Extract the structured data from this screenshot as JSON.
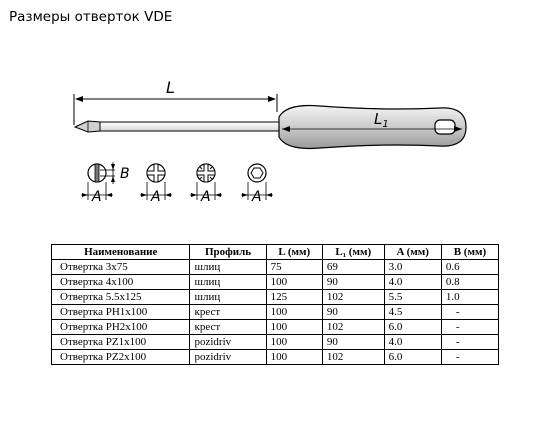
{
  "title": "Размеры отверток VDE",
  "drawing": {
    "dim_L": "L",
    "dim_L1": "L",
    "dim_L1_sub": "1",
    "dim_B": "B",
    "dim_A": [
      "A",
      "A",
      "A",
      "A"
    ]
  },
  "table": {
    "headers": [
      "Наименование",
      "Профиль",
      "L (мм)",
      "L₁ (мм)",
      "A (мм)",
      "B (мм)"
    ],
    "rows": [
      [
        "Отвертка 3x75",
        "шлиц",
        "75",
        "69",
        "3.0",
        "0.6"
      ],
      [
        "Отвертка 4x100",
        "шлиц",
        "100",
        "90",
        "4.0",
        "0.8"
      ],
      [
        "Отвертка 5.5x125",
        "шлиц",
        "125",
        "102",
        "5.5",
        "1.0"
      ],
      [
        "Отвертка PH1x100",
        "крест",
        "100",
        "90",
        "4.5",
        "-"
      ],
      [
        "Отвертка PH2x100",
        "крест",
        "100",
        "102",
        "6.0",
        "-"
      ],
      [
        "Отвертка PZ1x100",
        "pozidriv",
        "100",
        "90",
        "4.0",
        "-"
      ],
      [
        "Отвертка PZ2x100",
        "pozidriv",
        "100",
        "102",
        "6.0",
        "-"
      ]
    ]
  }
}
